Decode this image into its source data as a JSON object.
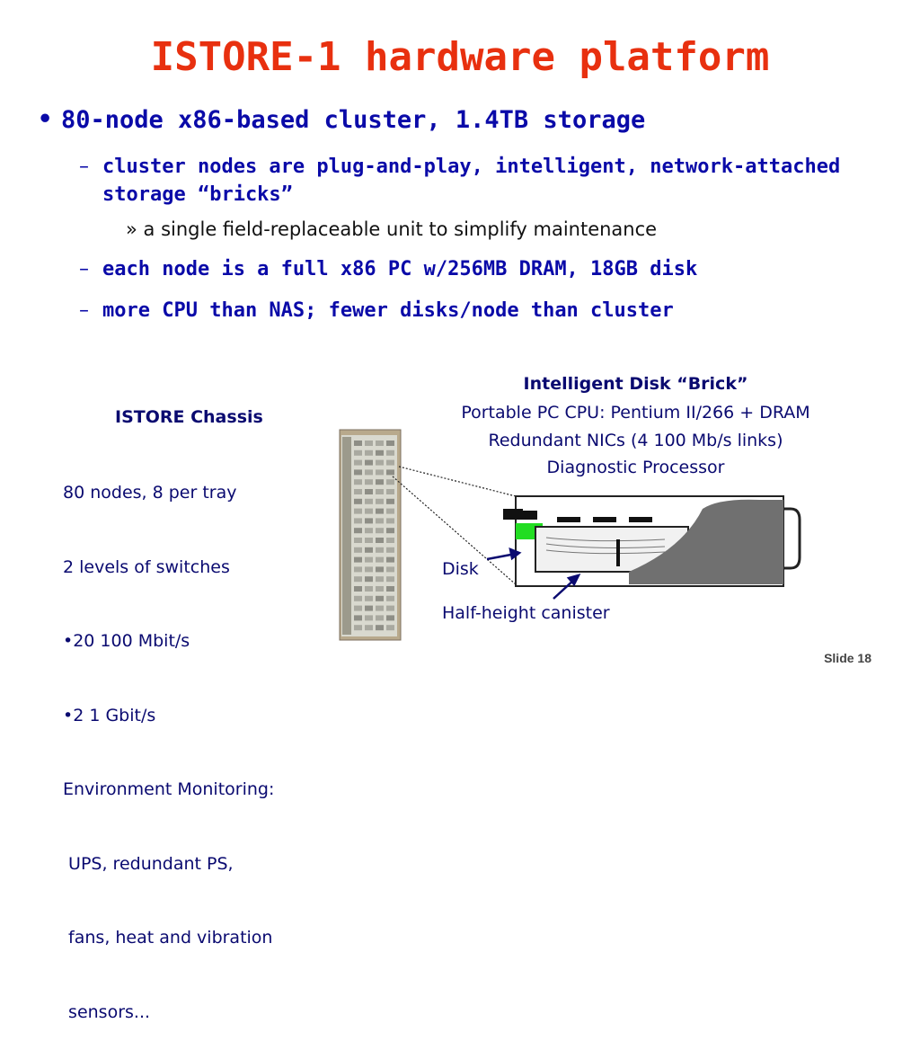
{
  "title": "ISTORE-1 hardware platform",
  "bullet": {
    "marker": "•",
    "text": "80-node x86-based cluster, 1.4TB storage",
    "subs": [
      {
        "dash": "–",
        "text": "cluster nodes are plug-and-play, intelligent, network-attached storage “bricks”"
      },
      {
        "dash": "–",
        "text": "each node is a full x86 PC w/256MB DRAM, 18GB disk"
      },
      {
        "dash": "–",
        "text": "more CPU than NAS; fewer disks/node than cluster"
      }
    ],
    "subsub": "» a single field-replaceable unit to simplify maintenance"
  },
  "chassis": {
    "heading": "ISTORE Chassis",
    "lines": [
      "80 nodes, 8 per tray",
      "2 levels of switches",
      "•20 100 Mbit/s",
      "•2 1 Gbit/s",
      "Environment Monitoring:",
      " UPS, redundant PS,",
      " fans, heat and vibration",
      " sensors..."
    ]
  },
  "brick": {
    "heading": "Intelligent Disk “Brick”",
    "lines": [
      "Portable PC CPU: Pentium II/266 + DRAM",
      "Redundant NICs (4 100 Mb/s links)",
      "Diagnostic Processor"
    ]
  },
  "labels": {
    "disk": "Disk",
    "canister": "Half-height canister"
  },
  "slide_number": "Slide 18",
  "colors": {
    "title": "#e8300f",
    "body_text": "#0a0aa8",
    "board_green": "#22dd22",
    "canister_gray": "#707070"
  }
}
